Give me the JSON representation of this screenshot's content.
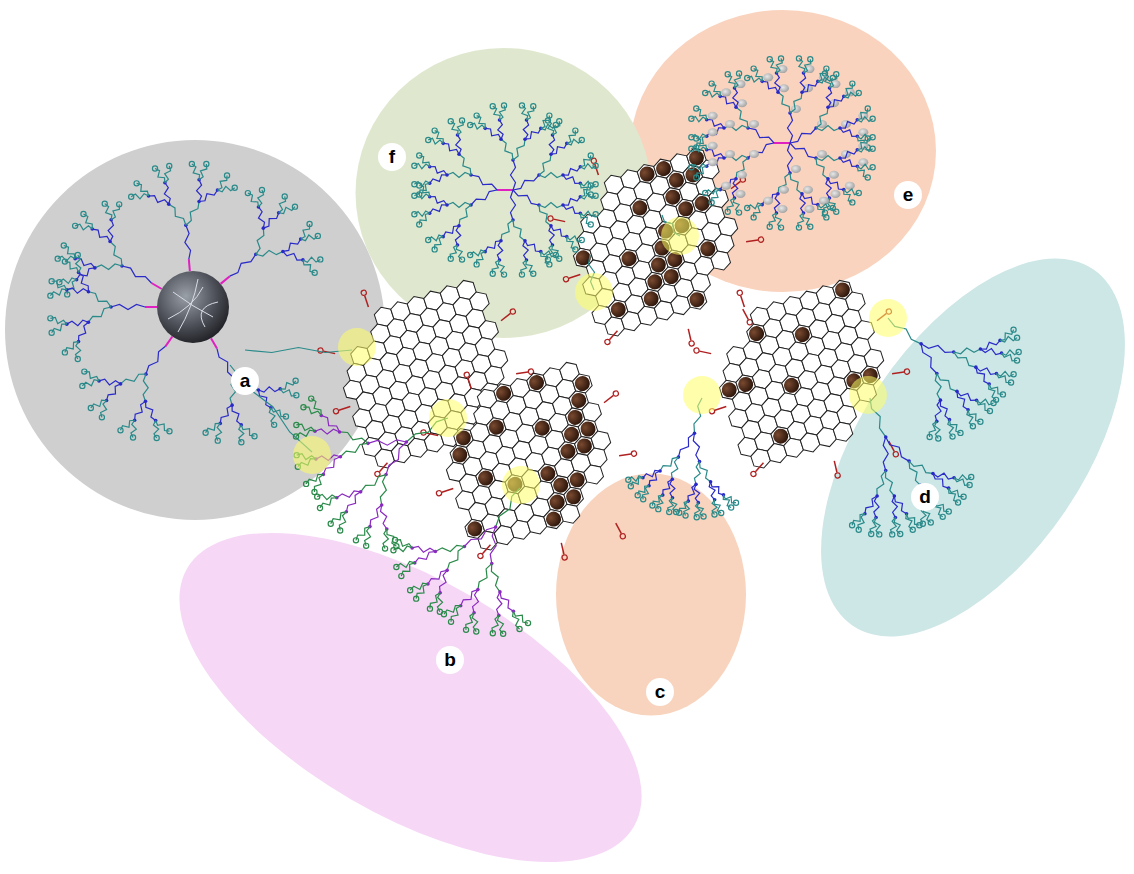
{
  "diagram": {
    "nodes": [
      {
        "text": [
          "a"
        ]
      },
      {
        "text": [
          "b"
        ]
      },
      {
        "text": [
          "c"
        ]
      },
      {
        "text": [
          "d"
        ]
      },
      {
        "text": [
          "e"
        ]
      },
      {
        "text": [
          "f"
        ]
      }
    ]
  }
}
